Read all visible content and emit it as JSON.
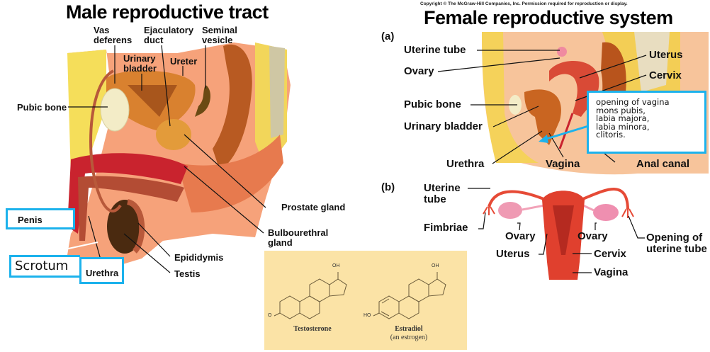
{
  "male": {
    "title": "Male reproductive tract",
    "labels": {
      "vas_deferens": [
        "Vas",
        "deferens"
      ],
      "ejaculatory_duct": [
        "Ejaculatory",
        "duct"
      ],
      "seminal_vesicle": [
        "Seminal",
        "vesicle"
      ],
      "urinary_bladder": [
        "Urinary",
        "bladder"
      ],
      "ureter": "Ureter",
      "pubic_bone": "Pubic bone",
      "prostate_gland": "Prostate gland",
      "bulbourethral_gland": [
        "Bulbourethral",
        "gland"
      ],
      "penis": "Penis",
      "epididymis": "Epididymis",
      "testis": "Testis",
      "urethra": "Urethra",
      "scrotum": "Scrotum"
    }
  },
  "female": {
    "copyright": "Copyright © The McGraw-Hill Companies, Inc. Permission required for reproduction or display.",
    "title": "Female reproductive system",
    "panel_a": {
      "tag": "(a)",
      "labels": {
        "uterine_tube": "Uterine tube",
        "ovary": "Ovary",
        "uterus": "Uterus",
        "cervix": "Cervix",
        "pubic_bone": "Pubic bone",
        "urinary_bladder": "Urinary bladder",
        "urethra": "Urethra",
        "vagina": "Vagina",
        "anal_canal": "Anal canal"
      },
      "note_lines": [
        "opening of vagina",
        "mons pubis,",
        "labia majora,",
        "labia minora,",
        "clitoris."
      ]
    },
    "panel_b": {
      "tag": "(b)",
      "labels": {
        "uterine_tube": [
          "Uterine",
          "tube"
        ],
        "fimbriae": "Fimbriae",
        "ovary_left": "Ovary",
        "ovary_right": "Ovary",
        "uterus": "Uterus",
        "cervix": "Cervix",
        "vagina": "Vagina",
        "opening_uterine_tube": [
          "Opening of",
          "uterine tube"
        ]
      }
    }
  },
  "hormones": {
    "testosterone": "Testosterone",
    "estradiol": "Estradiol",
    "estradiol_note": "(an estrogen)",
    "oh": "OH",
    "ho": "HO",
    "o": "O"
  },
  "colors": {
    "callout_border": "#1cb2ec",
    "hormone_panel_bg": "#fbe3a6"
  }
}
